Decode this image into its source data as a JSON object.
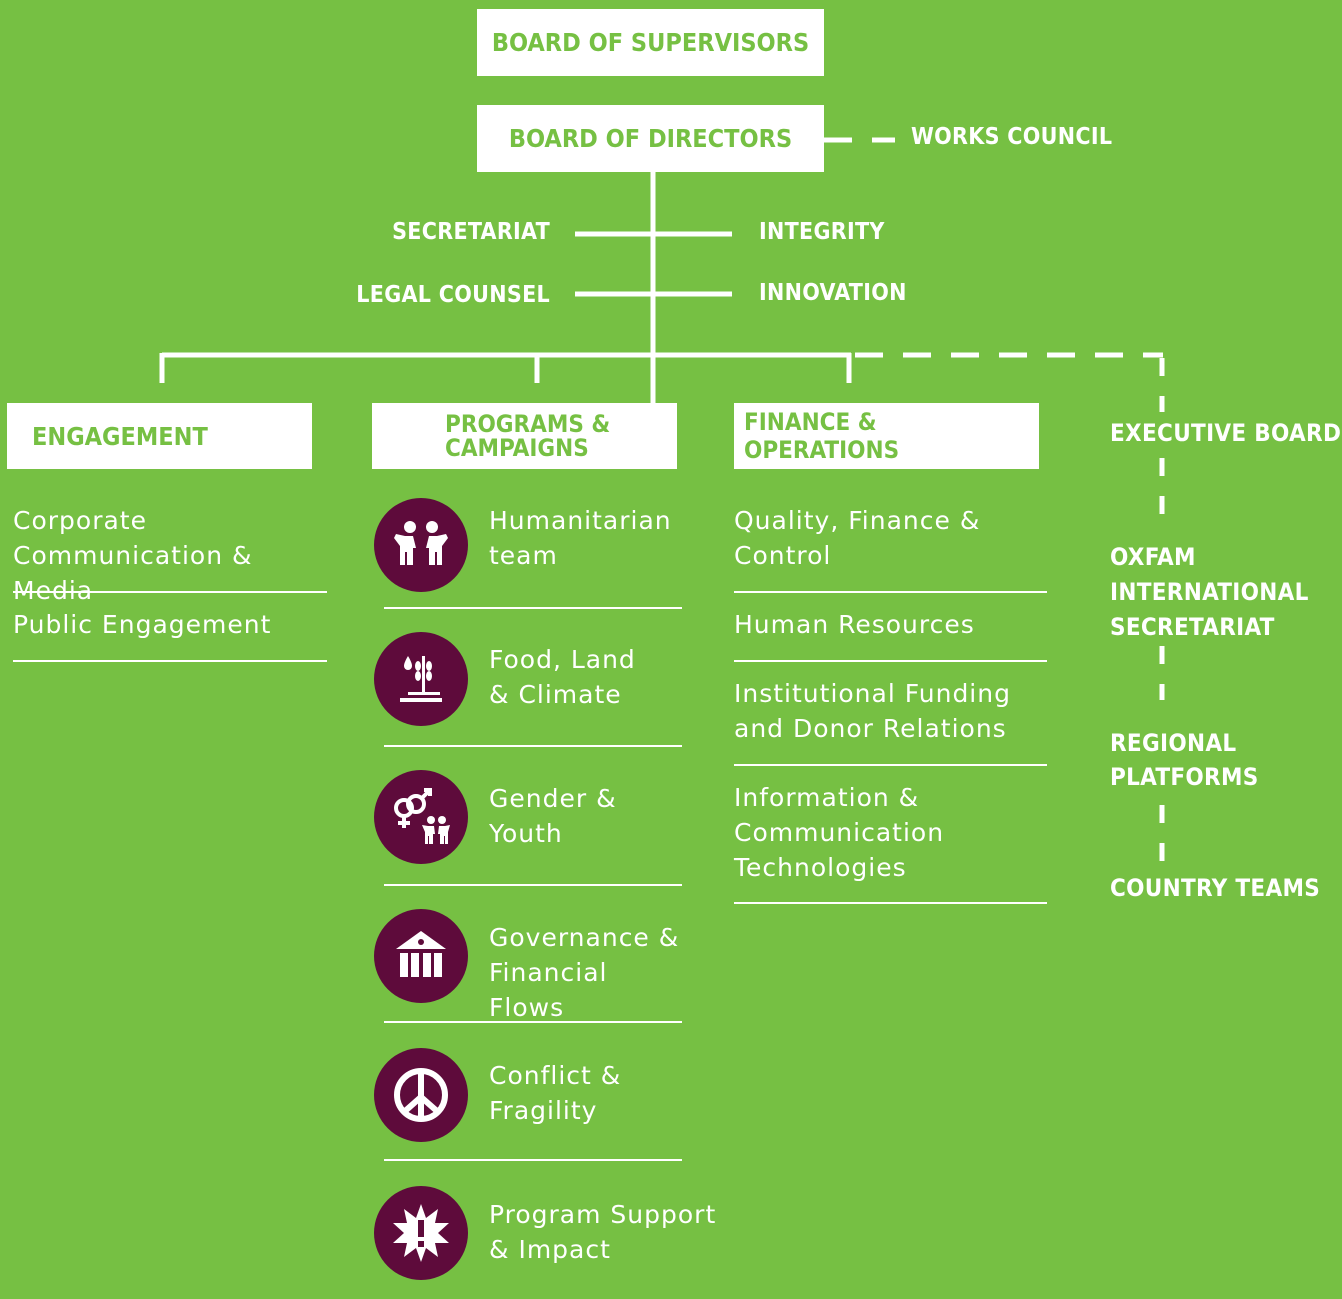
{
  "top": {
    "supervisors": "BOARD OF SUPERVISORS",
    "directors": "BOARD OF DIRECTORS",
    "works_council": "WORKS COUNCIL"
  },
  "staff": {
    "secretariat": "SECRETARIAT",
    "legal": "LEGAL COUNSEL",
    "integrity": "INTEGRITY",
    "innovation": "INNOVATION"
  },
  "engagement": {
    "title": "ENGAGEMENT",
    "items": [
      "Corporate Communication & Media",
      "Public Engagement"
    ]
  },
  "programs": {
    "title": "PROGRAMS & CAMPAIGNS",
    "items": [
      {
        "label": "Humanitarian team",
        "icon": "humanitarian-icon"
      },
      {
        "label": "Food, Land & Climate",
        "icon": "food-land-climate-icon"
      },
      {
        "label": "Gender & Youth",
        "icon": "gender-youth-icon"
      },
      {
        "label": "Governance & Financial Flows",
        "icon": "governance-icon"
      },
      {
        "label": "Conflict & Fragility",
        "icon": "peace-icon"
      },
      {
        "label": "Program Support & Impact",
        "icon": "impact-burst-icon"
      }
    ]
  },
  "finance": {
    "title": "FINANCE & OPERATIONS",
    "items": [
      "Quality, Finance & Control",
      "Human Resources",
      "Institutional Funding and Donor Relations",
      "Information & Communication Technologies"
    ]
  },
  "network": {
    "executive_board": "EXECUTIVE BOARD",
    "oxfam_international": "OXFAM INTERNATIONAL SECRETARIAT",
    "regional": "REGIONAL PLATFORMS",
    "country": "COUNTRY TEAMS"
  },
  "colors": {
    "background": "#76c043",
    "box": "#ffffff",
    "box_text": "#76c043",
    "icon_bg": "#5e0b3b",
    "line": "#ffffff"
  }
}
